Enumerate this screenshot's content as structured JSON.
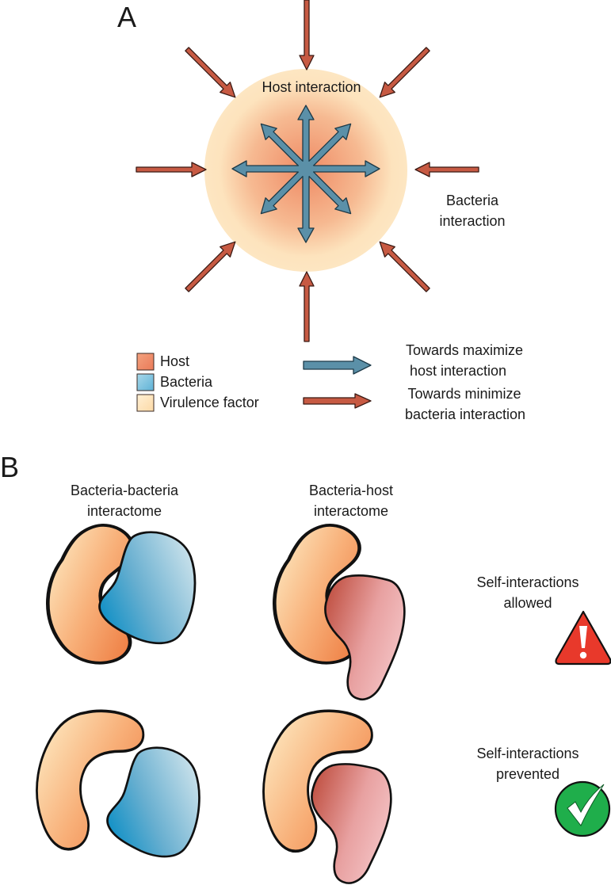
{
  "panel_a": {
    "letter": "A",
    "host_interaction_label": "Host interaction",
    "bacteria_interaction_label": [
      "Bacteria",
      "interaction"
    ],
    "legend": {
      "items": [
        {
          "label": "Host",
          "color": "#f08c68"
        },
        {
          "label": "Bacteria",
          "color": "#7fc3e0"
        },
        {
          "label": "Virulence factor",
          "color": "#fde2ba"
        }
      ],
      "arrows": [
        {
          "lines": [
            "Towards maximize",
            "host interaction"
          ],
          "color": "#5b90a8"
        },
        {
          "lines": [
            "Towards minimize",
            "bacteria interaction"
          ],
          "color": "#c0553f"
        }
      ]
    }
  },
  "panel_b": {
    "letter": "B",
    "columns": [
      {
        "lines": [
          "Bacteria-bacteria",
          "interactome"
        ]
      },
      {
        "lines": [
          "Bacteria-host",
          "interactome"
        ]
      }
    ],
    "rows": [
      {
        "lines": [
          "Self-interactions",
          "allowed"
        ],
        "status_icon": "warning-icon",
        "status_color": "#e8392b"
      },
      {
        "lines": [
          "Self-interactions",
          "prevented"
        ],
        "status_icon": "check-icon",
        "status_color": "#1fae4b"
      }
    ]
  }
}
